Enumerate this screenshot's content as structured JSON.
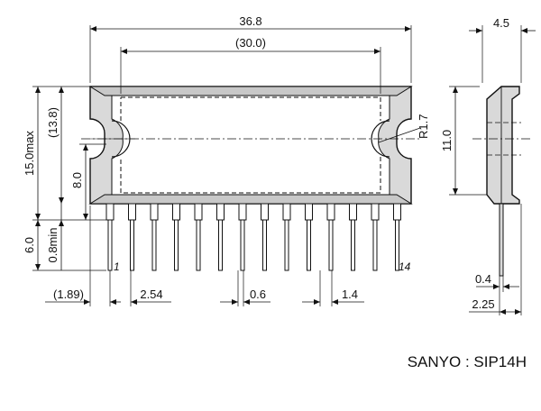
{
  "colors": {
    "ink": "#111111",
    "body_fill": "#d9d9d9",
    "background": "#ffffff"
  },
  "dimensions": {
    "overall_length": "36.8",
    "inner_length": "(30.0)",
    "width_side": "4.5",
    "height_max": "15.0max",
    "height_ref": "(13.8)",
    "hole_height": "8.0",
    "body_height": "11.0",
    "lead_length": "6.0",
    "lead_shoulder": "0.8min",
    "edge_offset": "(1.89)",
    "pitch": "2.54",
    "lead_width": "0.6",
    "lead_span": "1.4",
    "lead_thickness": "0.4",
    "side_offset": "2.25",
    "hole_radius": "R1.7"
  },
  "pins": {
    "first": "1",
    "last": "14"
  },
  "caption": "SANYO : SIP14H"
}
